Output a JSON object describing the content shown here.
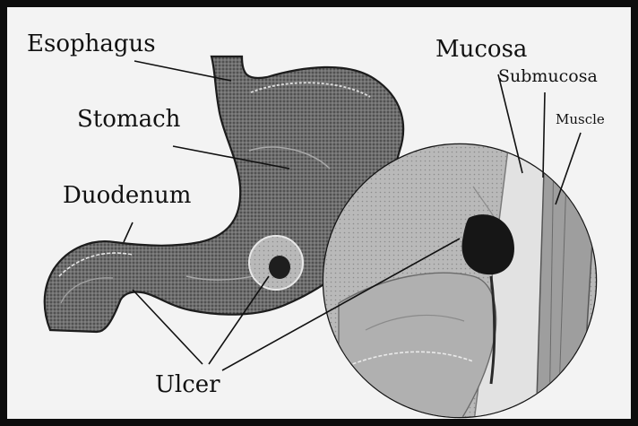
{
  "labels": {
    "esophagus": "Esophagus",
    "stomach": "Stomach",
    "duodenum": "Duodenum",
    "ulcer": "Ulcer",
    "mucosa": "Mucosa",
    "submucosa": "Submucosa",
    "muscle": "Muscle"
  },
  "colors": {
    "frame": "#0d0d0d",
    "background": "#f3f3f3",
    "ink": "#111111",
    "tissue_dark": "#505050",
    "tissue_mid": "#8a8a8a",
    "tissue_light": "#cfcfcf"
  }
}
